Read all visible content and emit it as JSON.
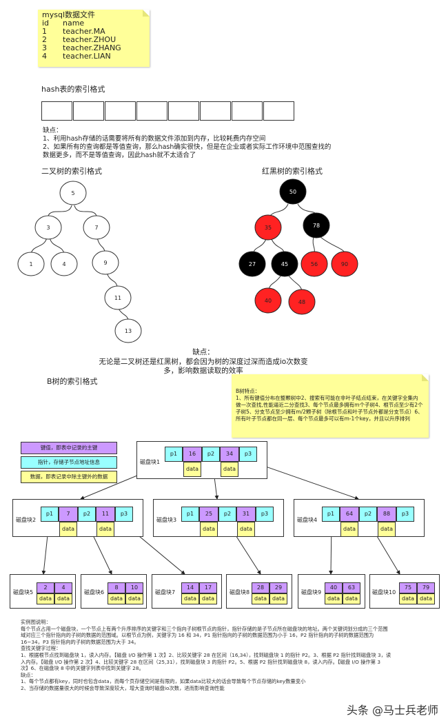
{
  "mysql_note": {
    "title": "mysql数据文件",
    "col_id": "id",
    "col_name": "name",
    "rows": [
      {
        "id": "1",
        "name": "teacher.MA"
      },
      {
        "id": "2",
        "name": "teacher.ZHOU"
      },
      {
        "id": "3",
        "name": "teacher.ZHANG"
      },
      {
        "id": "4",
        "name": "teacher.LIAN"
      }
    ]
  },
  "hash": {
    "title": "hash表的索引格式",
    "cell_count": 8,
    "drawback_title": "缺点：",
    "drawback_lines": [
      "1、利用hash存储的话需要将所有的数据文件添加到内存，比较耗费内存空间",
      "2、如果所有的查询都是等值查询，那么hash确实很快，但是在企业或者实际工作环境中范围查找的",
      "数据更多，而不是等值查询，因此hash就不太适合了"
    ]
  },
  "binary_tree": {
    "title": "二叉树的索引格式",
    "nodes": [
      "5",
      "3",
      "7",
      "1",
      "4",
      "9",
      "11",
      "13"
    ]
  },
  "rb_tree": {
    "title": "红黑树的索引格式",
    "nodes": [
      {
        "v": "50",
        "color": "#000000"
      },
      {
        "v": "35",
        "color": "#ff2222"
      },
      {
        "v": "78",
        "color": "#000000"
      },
      {
        "v": "27",
        "color": "#000000"
      },
      {
        "v": "45",
        "color": "#000000"
      },
      {
        "v": "56",
        "color": "#ff2222"
      },
      {
        "v": "90",
        "color": "#ff2222"
      },
      {
        "v": "40",
        "color": "#ff2222"
      },
      {
        "v": "48",
        "color": "#ff2222"
      }
    ]
  },
  "tree_drawback": {
    "title": "缺点：",
    "lines": [
      "无论是二叉树还是红黑树，都会因为树的深度过深而造成io次数变",
      "多，影响数据读取的效率"
    ]
  },
  "btree": {
    "title": "B树的索引格式",
    "note_title": "B树特点：",
    "note_lines": [
      "1、所有键值分布在整颗树中2、搜索有可能在非叶子结点结束，在关键字全集内",
      "做一次查找,性能逼近二分查找3、每个节点最多拥有m个子树4、根节点至少有2个",
      "子树5、分支节点至少拥有m/2颗子树（除根节点和叶子节点外都是分支节点）6、",
      "所有叶子节点都在同一层、每个节点最多可以有m-1个key，并且以升序排列"
    ],
    "legend": [
      {
        "text": "键值，即表中记录的主键",
        "color": "#cc99ff"
      },
      {
        "text": "指针，存储子节点地址信息",
        "color": "#99ffff"
      },
      {
        "text": "数据，即表记录中除主键外的数据",
        "color": "#ffff99"
      }
    ],
    "data_label": "data",
    "root": {
      "label": "磁盘块1",
      "p": [
        "p1",
        "p2",
        "p3"
      ],
      "k": [
        "16",
        "34"
      ]
    },
    "mid": [
      {
        "label": "磁盘块2",
        "p": [
          "p1",
          "p2",
          "p3"
        ],
        "k": [
          "7",
          "11"
        ]
      },
      {
        "label": "磁盘块3",
        "p": [
          "p1",
          "p2",
          "p3"
        ],
        "k": [
          "25",
          "31"
        ]
      },
      {
        "label": "磁盘块4",
        "p": [
          "p1",
          "p2",
          "p3"
        ],
        "k": [
          "64",
          "88"
        ]
      }
    ],
    "leaves": [
      {
        "label": "磁盘块5",
        "k": [
          "2",
          "4"
        ]
      },
      {
        "label": "磁盘块6",
        "k": [
          "8",
          "10"
        ]
      },
      {
        "label": "磁盘块7",
        "k": [
          "14",
          "17"
        ]
      },
      {
        "label": "磁盘块8",
        "k": [
          "28",
          "29"
        ]
      },
      {
        "label": "磁盘块9",
        "k": [
          "40",
          "63"
        ]
      },
      {
        "label": "磁盘块10",
        "k": [
          "75",
          "79"
        ]
      }
    ]
  },
  "explanation": {
    "lines": [
      "实例图说明：",
      "每个节点占用一个磁盘块，一个节点上有两个升序排序的关键字和三个指向子树根节点的指针，指针存储的是子节点所在磁盘块的地址。两个关键词划分成的三个范围",
      "域对应三个指针指向的子树的数据的范围域。以根节点为例，关键字为 16 和 34，P1 指针指向的子树的数据范围为小于 16，P2 指针指向的子树的数据范围为",
      "16~34，P3 指针指向的子树的数据范围为大于 34。",
      "查找关键字过程：",
      "1、根据根节点找到磁盘块 1，读入内存。【磁盘 I/O 操作第 1 次】2、比较关键字 28 在区间（16,34），找到磁盘块 1 的指针 P2。3、根据 P2 指针找到磁盘块 3，读",
      "入内存。【磁盘 I/O 操作第 2 次】4、比较关键字 28 在区间（25,31），找到磁盘块 3 的指针 P2。5、根据 P2 指针找到磁盘块 8，读入内存。【磁盘 I/O 操作第 3",
      "次】6、在磁盘块 8 中的关键字列表中找到关键字 28。",
      "缺点：",
      "1、每个节点都有key，同时也包含data，而每个页存储空间是有限的，如果data比较大的话会导致每个节点存储的key数量变小",
      "2、当存储的数据量很大的时候会导致深度较大，增大查询时磁盘io次数，进而影响查询性能"
    ]
  },
  "watermark": "头条 @马士兵老师"
}
